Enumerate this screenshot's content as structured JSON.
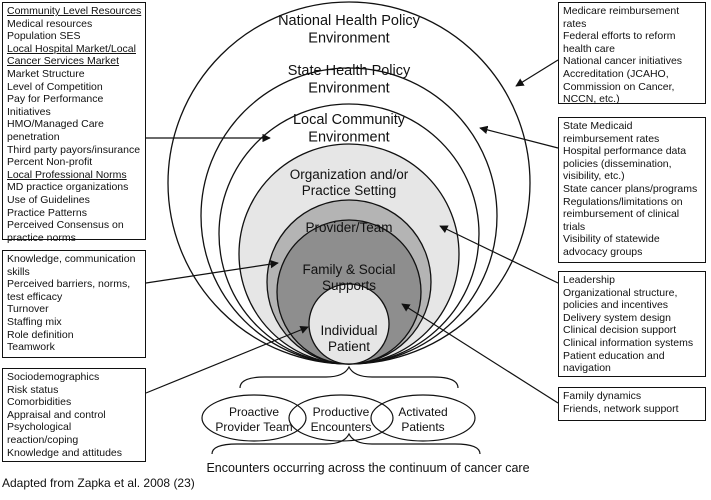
{
  "circles": {
    "national": "National Health Policy Environment",
    "state": "State Health Policy Environment",
    "local": "Local Community Environment",
    "organization": "Organization and/or Practice Setting",
    "provider": "Provider/Team",
    "family": "Family & Social Supports",
    "individual": "Individual Patient"
  },
  "circle_lines": {
    "national": [
      "National Health Policy",
      "Environment"
    ],
    "state": [
      "State Health Policy",
      "Environment"
    ],
    "local": [
      "Local Community",
      "Environment"
    ],
    "organization": [
      "Organization and/or",
      "Practice Setting"
    ],
    "provider": [
      "Provider/Team"
    ],
    "family": [
      "Family & Social",
      "Supports"
    ],
    "individual": [
      "Individual",
      "Patient"
    ]
  },
  "fills": {
    "outer": "#ffffff",
    "organization": "#e6e6e6",
    "provider": "#b4b4b4",
    "family": "#8e8e8e",
    "individual": "#e6e6e6",
    "stroke": "#111111"
  },
  "left_boxes": {
    "community": [
      {
        "text": "Community Level Resources",
        "u": true
      },
      {
        "text": "Medical resources"
      },
      {
        "text": "Population SES"
      },
      {
        "text": "Local Hospital Market/Local",
        "u": true
      },
      {
        "text": "Cancer Services Market",
        "u": true
      },
      {
        "text": "Market Structure"
      },
      {
        "text": "Level of Competition"
      },
      {
        "text": "Pay for Performance"
      },
      {
        "text": "Initiatives"
      },
      {
        "text": "HMO/Managed Care"
      },
      {
        "text": "penetration"
      },
      {
        "text": "Third party payors/insurance"
      },
      {
        "text": "Percent Non-profit"
      },
      {
        "text": "Local Professional Norms",
        "u": true
      },
      {
        "text": "MD practice organizations"
      },
      {
        "text": "Use of Guidelines"
      },
      {
        "text": "Practice Patterns"
      },
      {
        "text": "Perceived Consensus on"
      },
      {
        "text": "practice norms"
      }
    ],
    "provider": [
      {
        "text": "Knowledge, communication"
      },
      {
        "text": "skills"
      },
      {
        "text": "Perceived barriers, norms,"
      },
      {
        "text": "test efficacy"
      },
      {
        "text": "Turnover"
      },
      {
        "text": "Staffing mix"
      },
      {
        "text": "Role definition"
      },
      {
        "text": "Teamwork"
      }
    ],
    "patient": [
      {
        "text": "Sociodemographics"
      },
      {
        "text": "Risk status"
      },
      {
        "text": "Comorbidities"
      },
      {
        "text": "Appraisal and control"
      },
      {
        "text": "Psychological"
      },
      {
        "text": "reaction/coping"
      },
      {
        "text": "Knowledge and attitudes"
      }
    ]
  },
  "right_boxes": {
    "national": [
      {
        "text": "Medicare reimbursement"
      },
      {
        "text": "rates"
      },
      {
        "text": "Federal efforts to reform"
      },
      {
        "text": "health care"
      },
      {
        "text": "National cancer initiatives"
      },
      {
        "text": "Accreditation (JCAHO,"
      },
      {
        "text": "Commission on Cancer,"
      },
      {
        "text": "NCCN, etc.)"
      }
    ],
    "state": [
      {
        "text": "State Medicaid"
      },
      {
        "text": "reimbursement rates"
      },
      {
        "text": "Hospital performance data"
      },
      {
        "text": "policies (dissemination,"
      },
      {
        "text": "visibility, etc.)"
      },
      {
        "text": "State cancer plans/programs"
      },
      {
        "text": "Regulations/limitations on"
      },
      {
        "text": "reimbursement of clinical"
      },
      {
        "text": "trials"
      },
      {
        "text": "Visibility of statewide"
      },
      {
        "text": "advocacy groups"
      }
    ],
    "organization": [
      {
        "text": "Leadership"
      },
      {
        "text": "Organizational structure,"
      },
      {
        "text": "policies and incentives"
      },
      {
        "text": "Delivery system design"
      },
      {
        "text": "Clinical decision support"
      },
      {
        "text": "Clinical information systems"
      },
      {
        "text": "Patient education and"
      },
      {
        "text": "navigation"
      }
    ],
    "family": [
      {
        "text": "Family dynamics"
      },
      {
        "text": "Friends, network support"
      }
    ]
  },
  "encounters": {
    "proactive": [
      "Proactive",
      "Provider Team"
    ],
    "productive": [
      "Productive",
      "Encounters"
    ],
    "activated": [
      "Activated",
      "Patients"
    ],
    "caption": "Encounters occurring across the continuum of cancer care"
  },
  "footer": "Adapted from Zapka et al. 2008 (23)"
}
